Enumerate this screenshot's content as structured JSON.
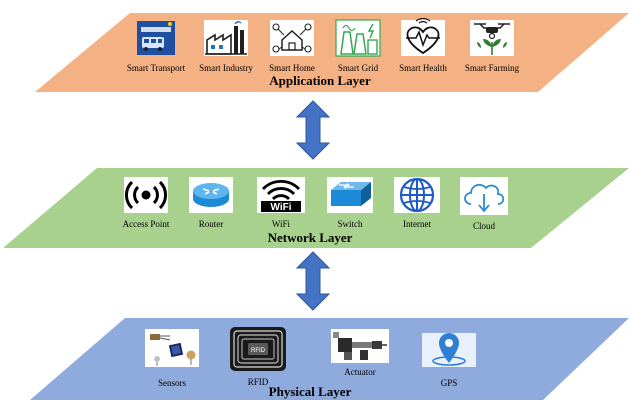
{
  "application_layer": {
    "title": "Application Layer",
    "fill": "#f4b183",
    "items": [
      {
        "label": "Smart Transport",
        "icon": "bus-map-icon"
      },
      {
        "label": "Smart Industry",
        "icon": "factory-icon"
      },
      {
        "label": "Smart Home",
        "icon": "smart-home-icon"
      },
      {
        "label": "Smart Grid",
        "icon": "power-plant-icon"
      },
      {
        "label": "Smart Health",
        "icon": "heartbeat-icon"
      },
      {
        "label": "Smart Farming",
        "icon": "drone-plant-icon"
      }
    ]
  },
  "network_layer": {
    "title": "Network Layer",
    "fill": "#a9d18e",
    "items": [
      {
        "label": "Access Point",
        "icon": "broadcast-icon"
      },
      {
        "label": "Router",
        "icon": "router-icon"
      },
      {
        "label": "WiFi",
        "icon": "wifi-icon",
        "badge": "WiFi"
      },
      {
        "label": "Switch",
        "icon": "switch-icon"
      },
      {
        "label": "Internet",
        "icon": "globe-icon"
      },
      {
        "label": "Cloud",
        "icon": "cloud-download-icon"
      }
    ]
  },
  "physical_layer": {
    "title": "Physical Layer",
    "fill": "#8faadc",
    "items": [
      {
        "label": "Sensors",
        "icon": "sensors-icon"
      },
      {
        "label": "RFID",
        "icon": "rfid-chip-icon",
        "badge": "RFID"
      },
      {
        "label": "Actuator",
        "icon": "actuator-icon"
      },
      {
        "label": "GPS",
        "icon": "gps-pin-icon"
      }
    ]
  },
  "arrow_color": "#4472c4"
}
